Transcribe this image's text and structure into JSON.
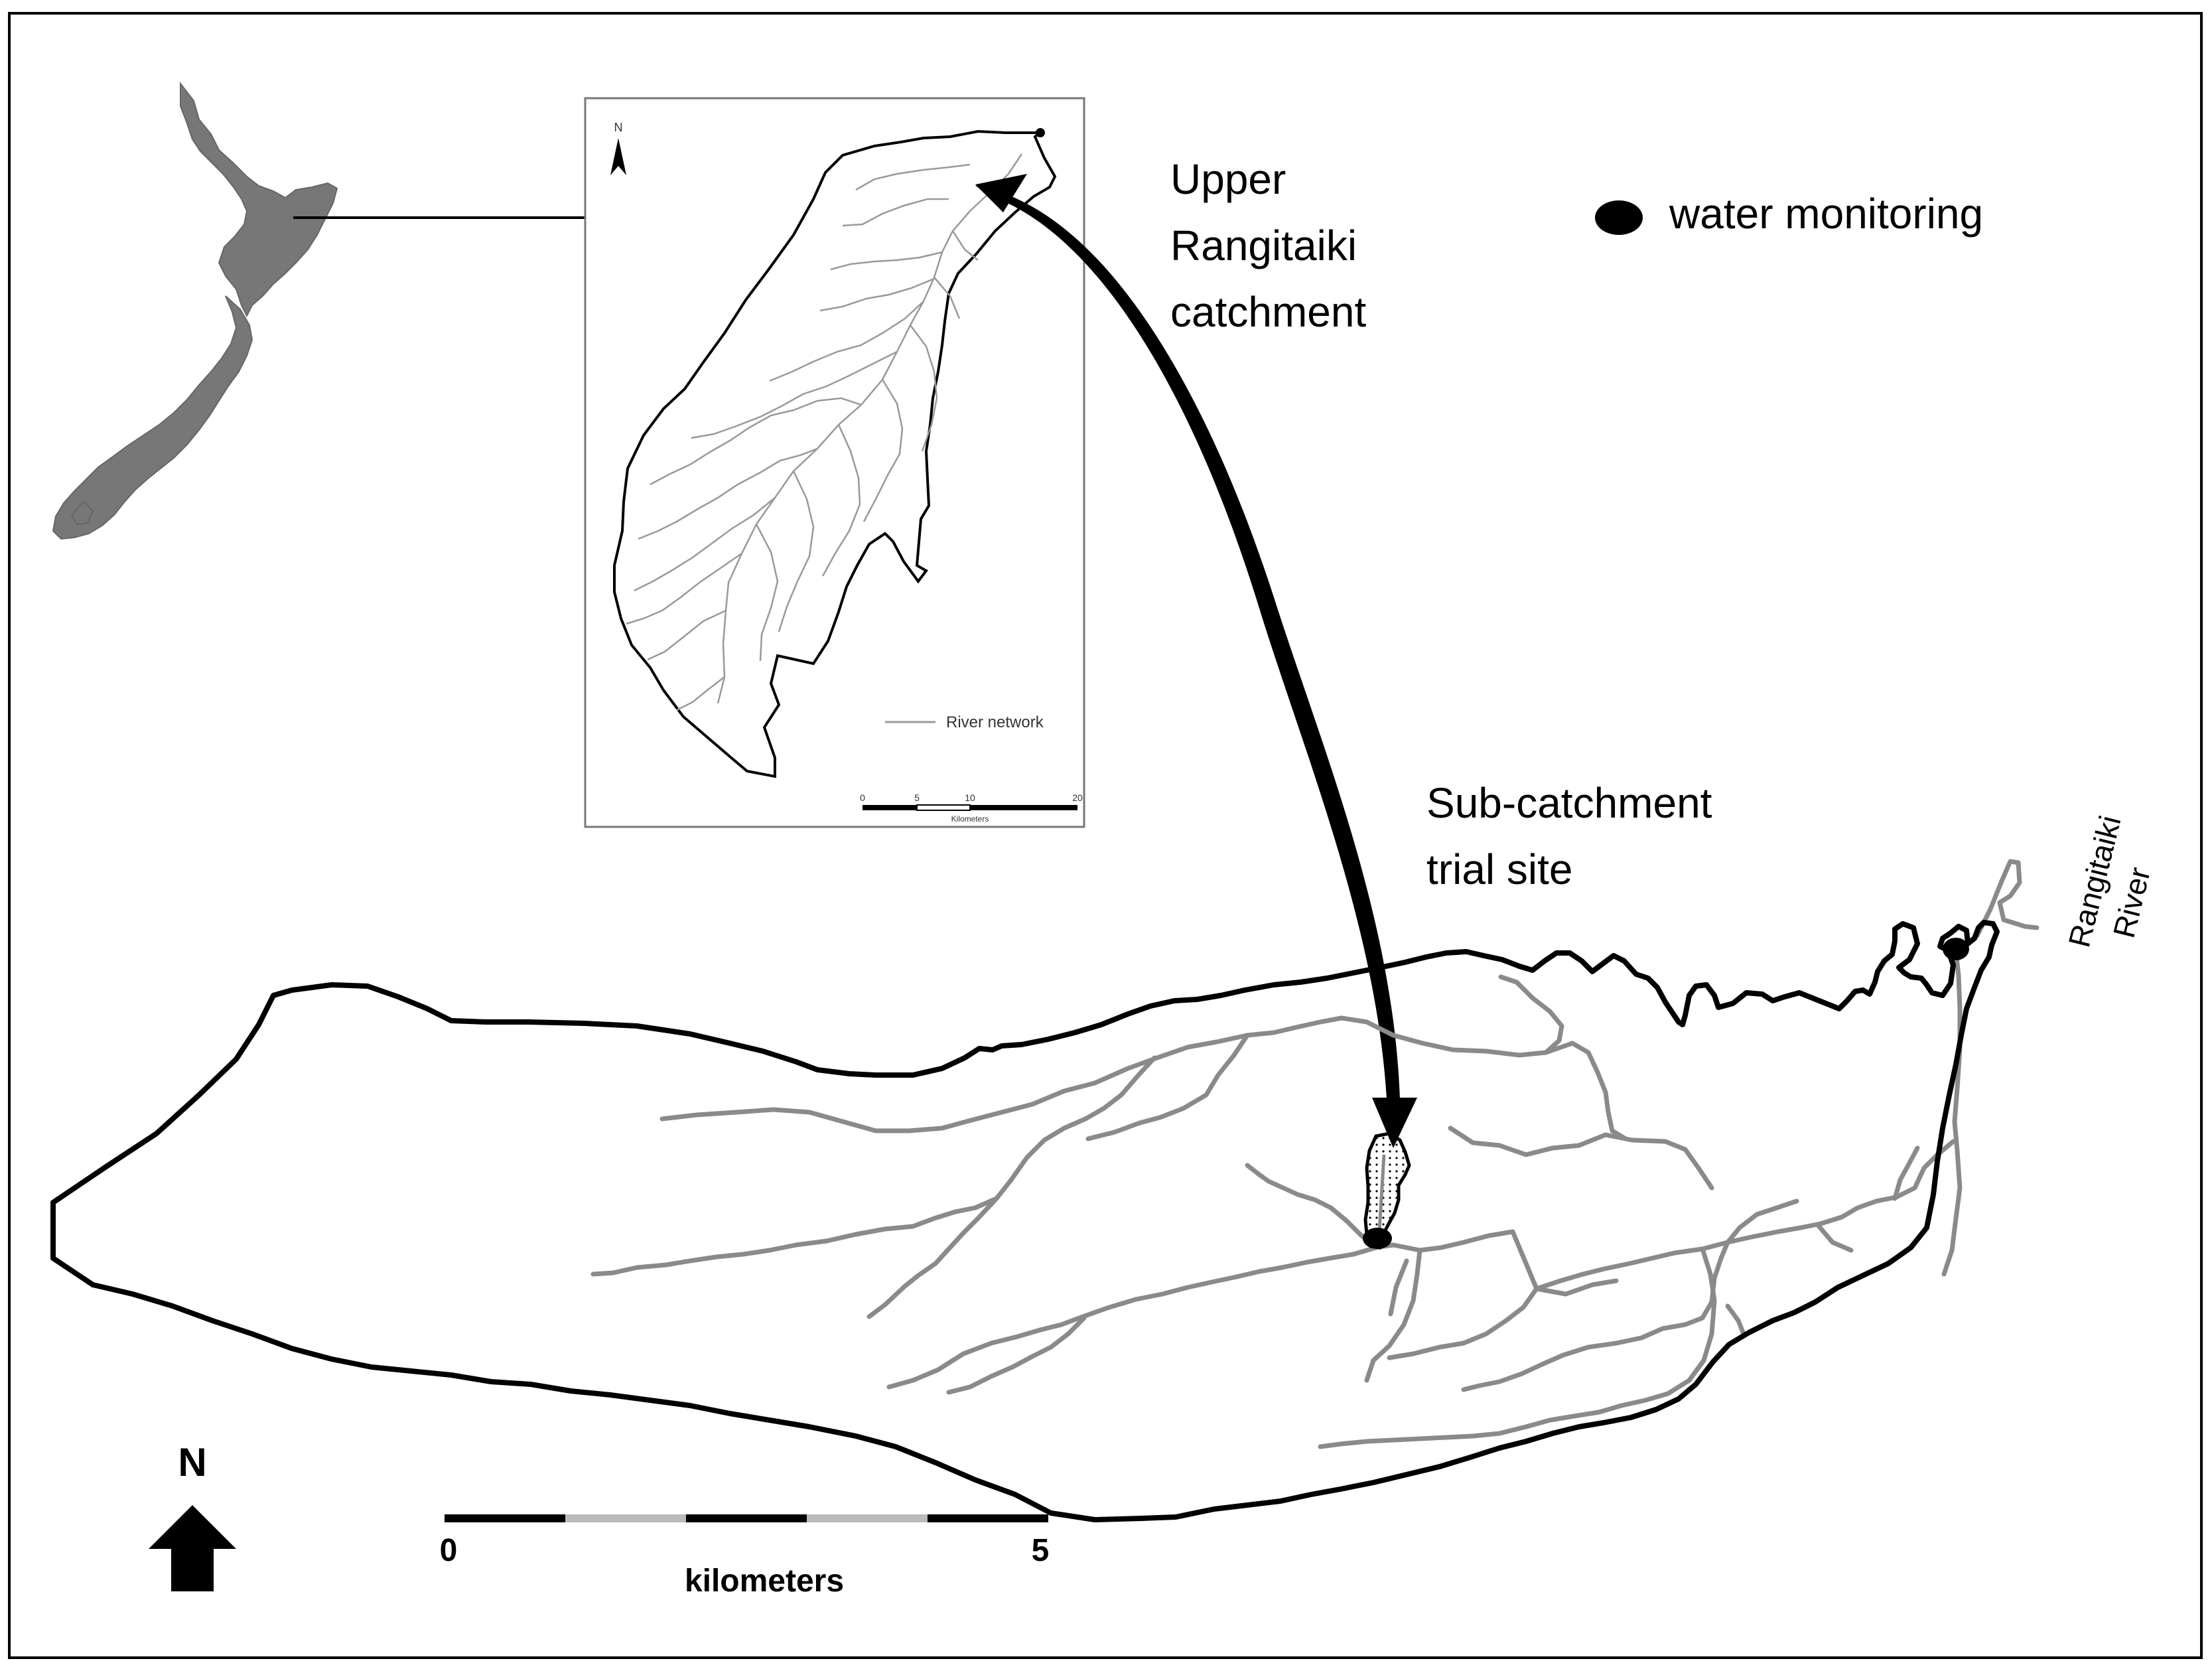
{
  "inset_map": {
    "north_letter": "N",
    "legend_river": "River network",
    "scale_ticks": [
      "0",
      "5",
      "10",
      "20"
    ],
    "scale_unit": "Kilometers"
  },
  "labels": {
    "catchment_line1": "Upper",
    "catchment_line2": "Rangitaiki",
    "catchment_line3": "catchment",
    "subcatchment_line1": "Sub-catchment",
    "subcatchment_line2": "trial site",
    "river_line1": "Rangitaiki",
    "river_line2": "River"
  },
  "legend": {
    "water_monitoring": "water monitoring"
  },
  "north_arrow": {
    "letter": "N"
  },
  "scale_bar": {
    "start": "0",
    "end": "5",
    "unit": "kilometers"
  },
  "colors": {
    "land": "#777777",
    "river": "#8a8a8a",
    "boundary": "#000000"
  }
}
